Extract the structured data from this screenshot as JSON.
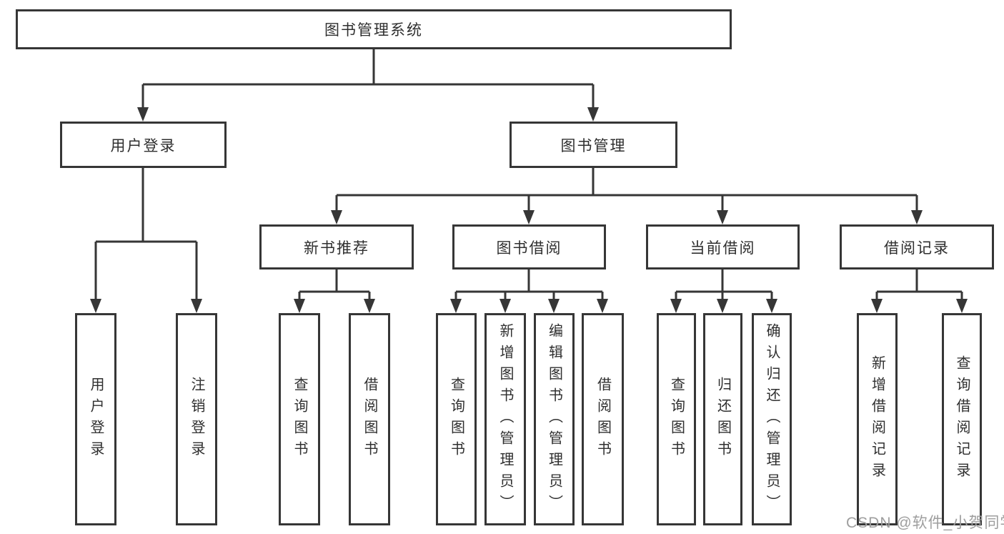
{
  "diagram": {
    "watermark": "CSDN @软件_小贺同学",
    "colors": {
      "line": "#363636",
      "text": "#2f2f2f",
      "watermark": "#9e9e9e",
      "background": "#ffffff"
    },
    "root": {
      "label": "图书管理系统"
    },
    "branches": [
      {
        "label": "用户登录",
        "children": [
          {
            "label": "用户登录"
          },
          {
            "label": "注销登录"
          }
        ]
      },
      {
        "label": "图书管理",
        "children": [
          {
            "label": "新书推荐",
            "children": [
              {
                "label": "查询图书"
              },
              {
                "label": "借阅图书"
              }
            ]
          },
          {
            "label": "图书借阅",
            "children": [
              {
                "label": "查询图书"
              },
              {
                "label": "新增图书（管理员）"
              },
              {
                "label": "编辑图书（管理员）"
              },
              {
                "label": "借阅图书"
              }
            ]
          },
          {
            "label": "当前借阅",
            "children": [
              {
                "label": "查询图书"
              },
              {
                "label": "归还图书"
              },
              {
                "label": "确认归还（管理员）"
              }
            ]
          },
          {
            "label": "借阅记录",
            "children": [
              {
                "label": "新增借阅记录"
              },
              {
                "label": "查询借阅记录"
              }
            ]
          }
        ]
      }
    ]
  }
}
